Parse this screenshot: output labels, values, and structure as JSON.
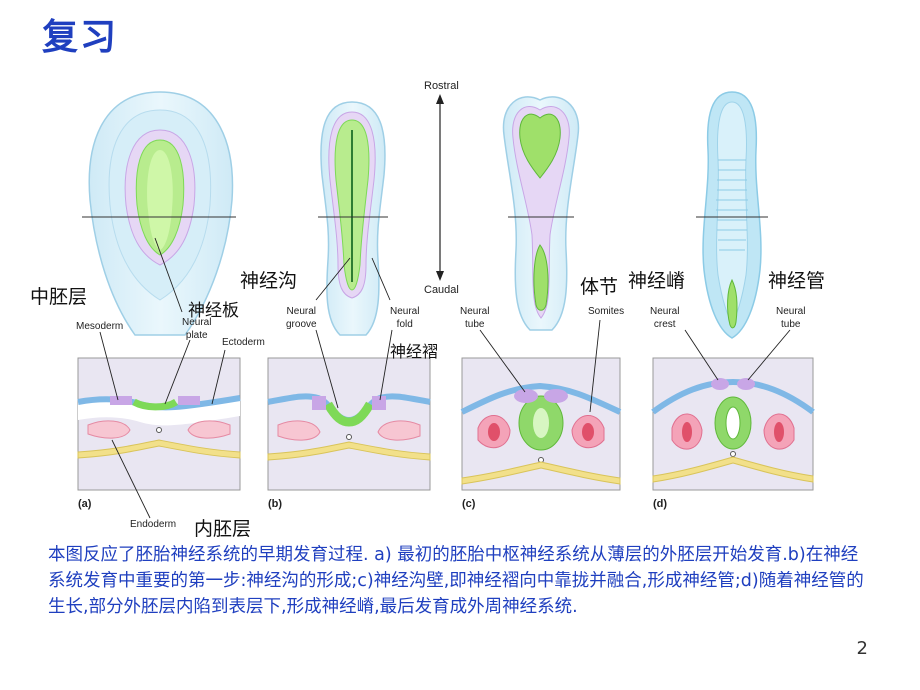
{
  "title": "复习",
  "axis": {
    "top": "Rostral",
    "bottom": "Caudal"
  },
  "labels_cn": {
    "mesoderm": "中胚层",
    "neural_plate": "神经板",
    "neural_groove": "神经沟",
    "neural_fold": "神经褶",
    "somites": "体节",
    "neural_crest": "神经嵴",
    "neural_tube": "神经管",
    "endoderm": "内胚层"
  },
  "labels_en": {
    "mesoderm": "Mesoderm",
    "neural_plate": "Neural\nplate",
    "ectoderm": "Ectoderm",
    "neural_groove": "Neural\ngroove",
    "neural_fold": "Neural\nfold",
    "neural_tube_c": "Neural\ntube",
    "somites": "Somites",
    "neural_crest": "Neural\ncrest",
    "neural_tube_d": "Neural\ntube",
    "endoderm": "Endoderm"
  },
  "panels": [
    "(a)",
    "(b)",
    "(c)",
    "(d)"
  ],
  "caption": "本图反应了胚胎神经系统的早期发育过程. a) 最初的胚胎中枢神经系统从薄层的外胚层开始发育.b)在神经系统发育中重要的第一步:神经沟的形成;c)神经沟壁,即神经褶向中靠拢并融合,形成神经管;d)随着神经管的生长,部分外胚层内陷到表层下,形成神经嵴,最后发育成外周神经系统.",
  "page_number": "2",
  "colors": {
    "title": "#1f3fbf",
    "green": "#7ed957",
    "pink": "#f4a3b8",
    "purple": "#c8a6e6",
    "blue": "#a8d8f0",
    "yellow": "#f2e08a"
  }
}
